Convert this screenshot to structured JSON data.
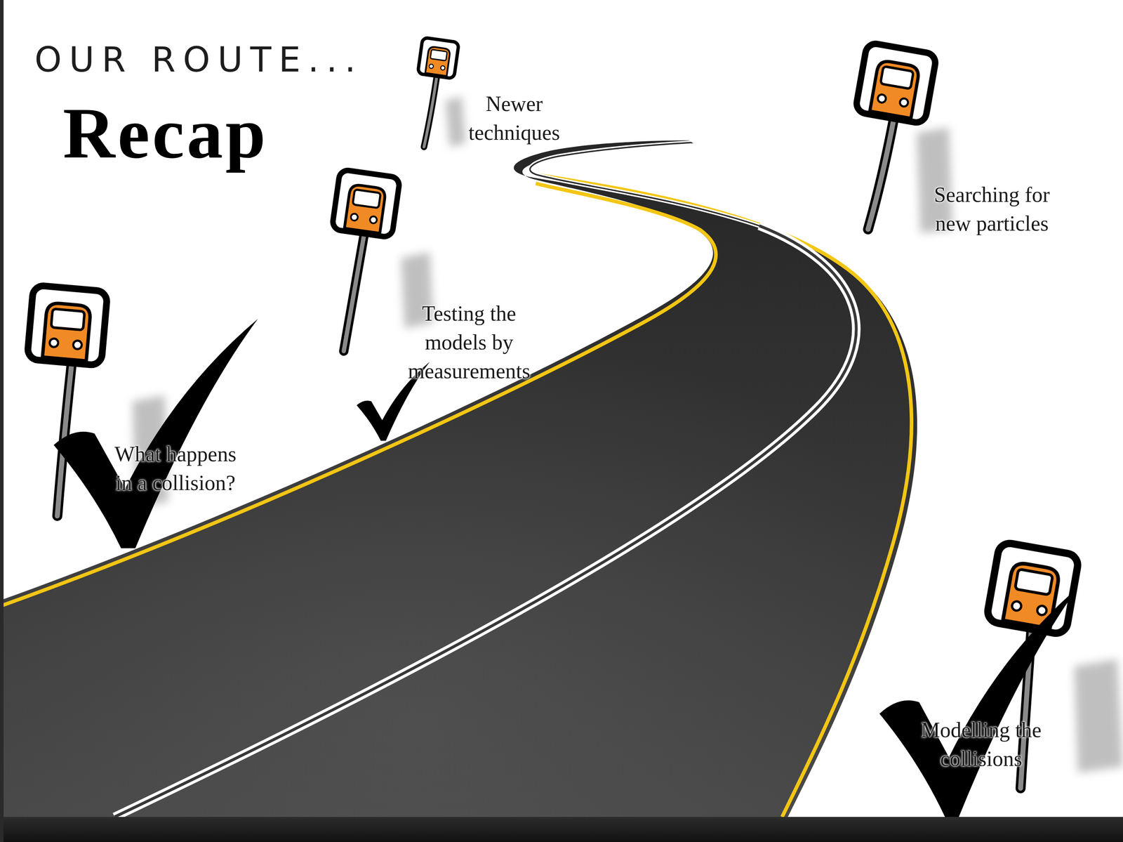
{
  "diagram": {
    "title": "Recap",
    "nodes": [
      {
        "text": [
          "Newer techniques"
        ]
      },
      {
        "text": [
          "Searching for new particles"
        ]
      },
      {
        "text": [
          "Testing the models by measurements"
        ]
      },
      {
        "text": [
          "What happens in a collision?"
        ]
      },
      {
        "text": [
          "Modelling the collisions"
        ]
      }
    ],
    "labels": [
      "OUR ROUTE..."
    ]
  }
}
